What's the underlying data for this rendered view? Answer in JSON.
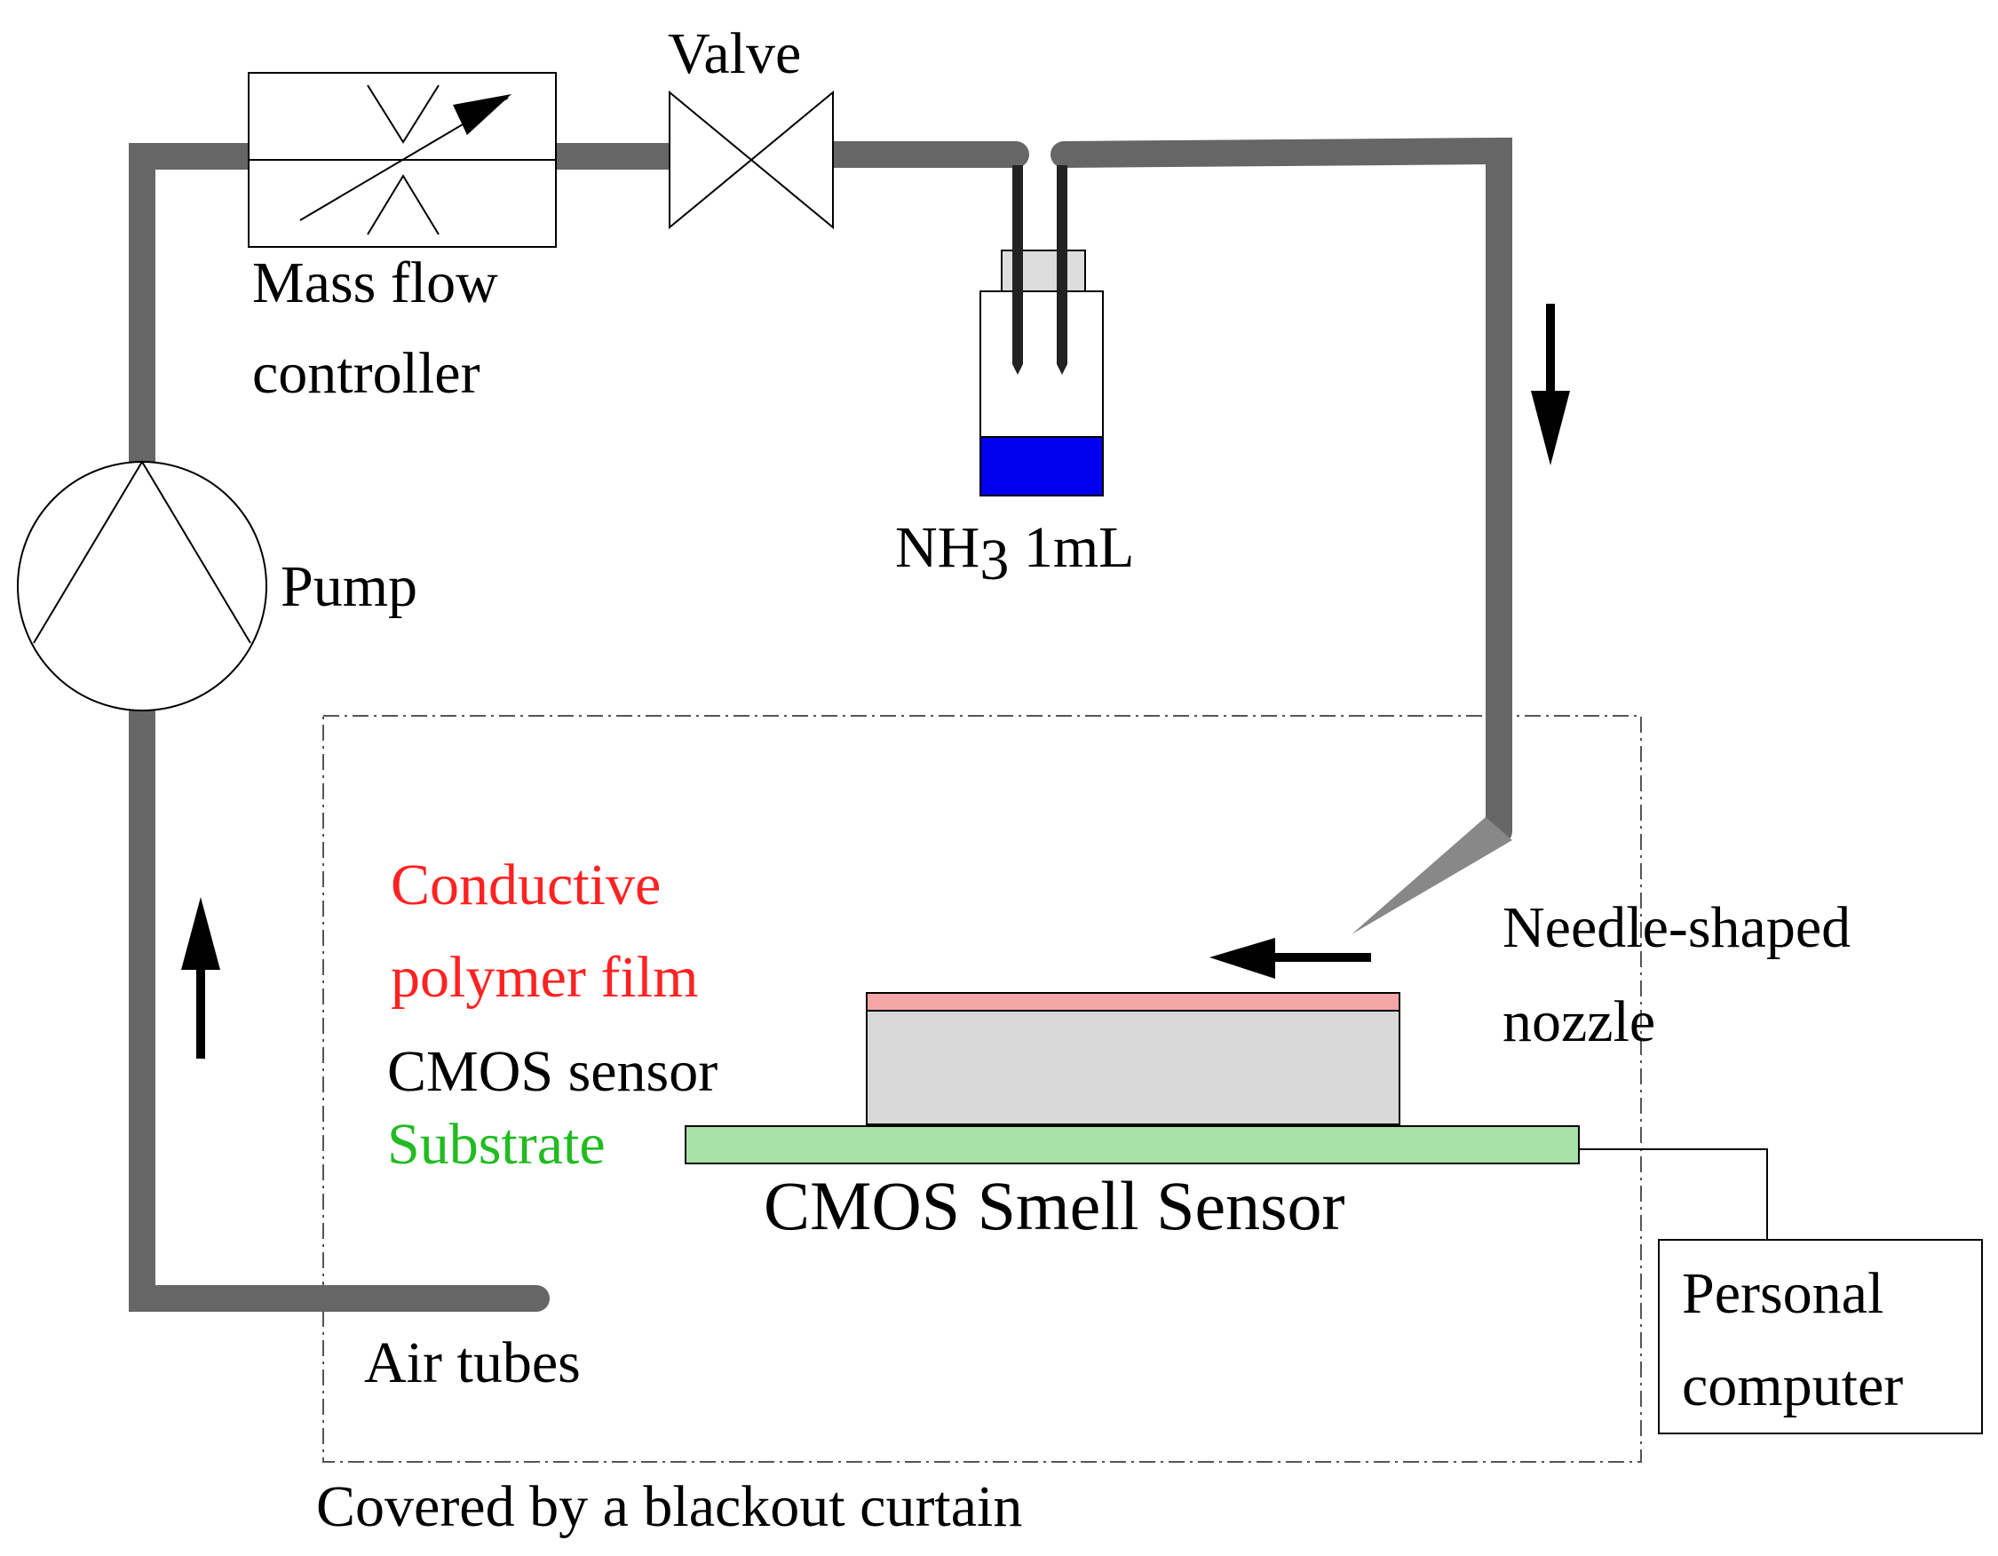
{
  "labels": {
    "valve": "Valve",
    "mfc_line1": "Mass flow",
    "mfc_line2": "controller",
    "pump": "Pump",
    "nh3_formula": "NH",
    "nh3_subscript": "3",
    "nh3_volume": " 1mL",
    "film_line1": "Conductive",
    "film_line2": "polymer film",
    "cmos_sensor": "CMOS sensor",
    "substrate": "Substrate",
    "smell_sensor": "CMOS Smell Sensor",
    "nozzle_line1": "Needle-shaped",
    "nozzle_line2": "nozzle",
    "pc_line1": "Personal",
    "pc_line2": "computer",
    "air_tubes": "Air tubes",
    "curtain": "Covered by a blackout curtain"
  },
  "colors": {
    "tube": "#666666",
    "line": "#000000",
    "liquid": "#0000ee",
    "cap": "#dddddd",
    "sensor_body": "#d8d8d8",
    "film": "#f4a6a6",
    "film_text": "#ff2222",
    "substrate": "#a8e2a8",
    "substrate_text": "#22bb22",
    "nozzle": "#888888"
  },
  "icons": {
    "pump": "pump-symbol-icon",
    "valve": "valve-bowtie-icon",
    "mfc": "variable-flow-controller-icon",
    "bottle": "reagent-bottle-icon"
  }
}
